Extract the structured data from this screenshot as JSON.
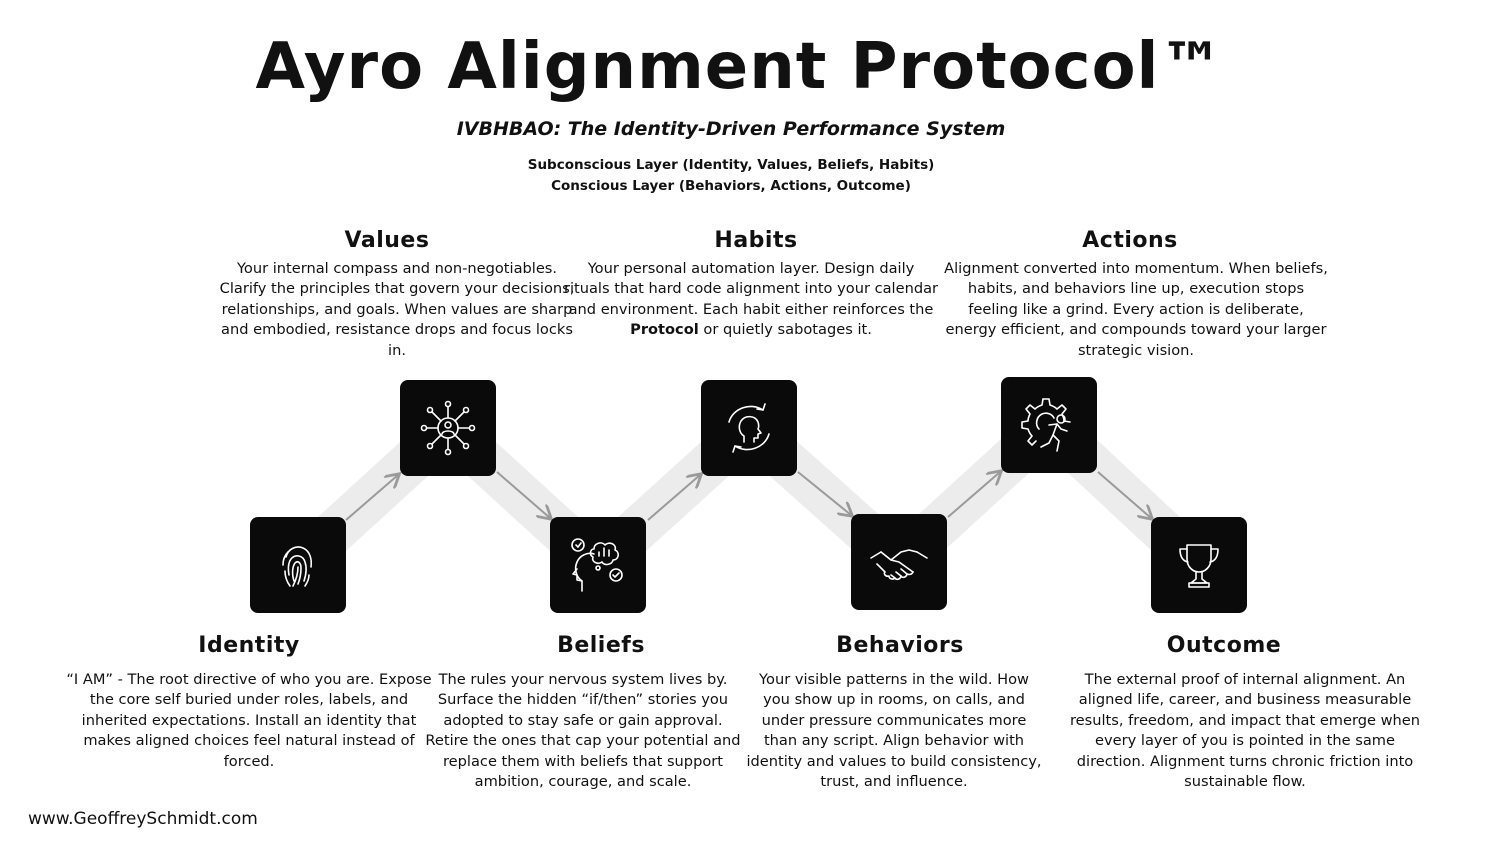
{
  "header": {
    "title": "Ayro Alignment Protocol™",
    "subtitle": "IVBHBAO: The Identity-Driven Performance System",
    "layers": [
      "Subconscious Layer (Identity, Values, Beliefs, Habits)",
      "Conscious Layer (Behaviors, Actions, Outcome)"
    ]
  },
  "stages": [
    {
      "title": "Identity",
      "icon": "fingerprint-icon",
      "description": "“I AM” - The root directive of who you are. Expose the core self buried under roles, labels, and inherited expectations. Install an identity that makes aligned choices feel natural instead of forced."
    },
    {
      "title": "Values",
      "icon": "network-person-icon",
      "description": "Your internal compass and non-negotiables. Clarify the principles that govern your decisions, relationships, and goals. When values are sharp and embodied, resistance drops and focus locks in."
    },
    {
      "title": "Beliefs",
      "icon": "head-thoughts-icon",
      "description": "The rules your nervous system lives by. Surface the hidden “if/then” stories you adopted to stay safe or gain approval. Retire the ones that cap your potential and replace them with beliefs that support ambition, courage, and scale."
    },
    {
      "title": "Habits",
      "icon": "head-cycle-icon",
      "description_before": "Your personal automation layer. Design daily rituals that hard code alignment into your calendar and environment. Each habit either reinforces the ",
      "description_bold": "Protocol",
      "description_after": " or quietly sabotages it."
    },
    {
      "title": "Behaviors",
      "icon": "handshake-icon",
      "description": "Your visible patterns in the wild. How you show up in rooms, on calls, and under pressure communicates more than any script. Align behavior with identity and values to build consistency, trust, and influence."
    },
    {
      "title": "Actions",
      "icon": "gear-runner-icon",
      "description": "Alignment converted into momentum. When beliefs, habits, and behaviors line up, execution stops feeling like a grind. Every action is deliberate, energy efficient, and compounds toward your larger strategic vision."
    },
    {
      "title": "Outcome",
      "icon": "trophy-icon",
      "description": "The external proof of internal alignment. An aligned life, career, and business measurable results, freedom, and impact that emerge when every layer of you is pointed in the same direction. Alignment turns chronic friction into sustainable flow."
    }
  ],
  "footer": {
    "website": "www.GeoffreySchmidt.com"
  }
}
